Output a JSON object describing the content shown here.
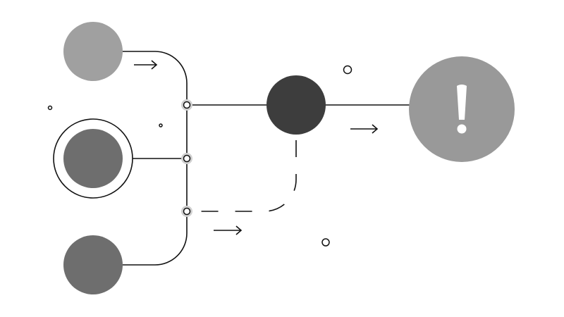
{
  "diagram": {
    "colors": {
      "light_node": "#a0a0a0",
      "mid_node": "#6e6e6e",
      "dark_node": "#3d3d3d",
      "alert_node": "#999999",
      "line": "#111111",
      "junction_halo": "#cfcfcf"
    },
    "nodes": [
      {
        "id": "input-1",
        "shade": "light"
      },
      {
        "id": "input-2",
        "shade": "mid",
        "selected": true
      },
      {
        "id": "input-3",
        "shade": "mid"
      },
      {
        "id": "hub",
        "shade": "dark"
      },
      {
        "id": "alert",
        "shade": "alert",
        "icon": "exclamation-icon"
      }
    ],
    "alert_symbol": "!"
  }
}
